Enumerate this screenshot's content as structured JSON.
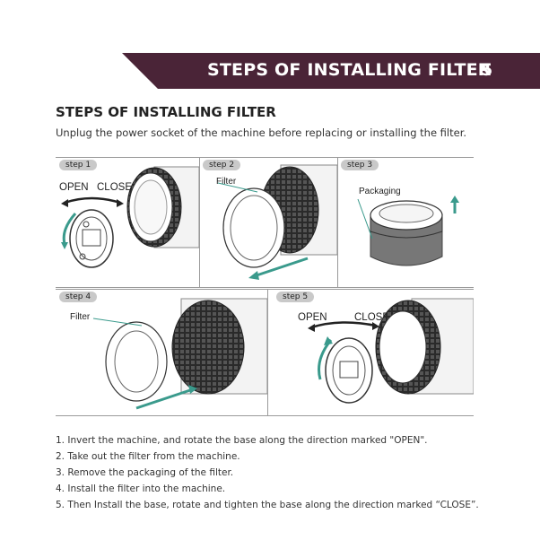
{
  "banner": {
    "title": "STEPS OF INSTALLING FILTER",
    "page_number": "5",
    "color": "#4a2437"
  },
  "section": {
    "title": "STEPS OF INSTALLING FILTER",
    "intro": "Unplug the power socket of the machine before replacing or installing the filter."
  },
  "panels": {
    "step1": {
      "badge": "step 1",
      "open_label": "OPEN",
      "close_label": "CLOSE"
    },
    "step2": {
      "badge": "step 2",
      "filter_label": "Filter"
    },
    "step3": {
      "badge": "step 3",
      "packaging_label": "Packaging"
    },
    "step4": {
      "badge": "step 4",
      "filter_label": "Filter"
    },
    "step5": {
      "badge": "step 5",
      "open_label": "OPEN",
      "close_label": "CLOSE"
    }
  },
  "accent_color": "#3a9a8c",
  "instructions": [
    "1. Invert the machine, and rotate the base along the direction marked \"OPEN\".",
    "2. Take out the filter from the machine.",
    "3. Remove the packaging of the filter.",
    "4. Install the filter into the machine.",
    "5. Then Install the base, rotate and tighten the base along the direction marked “CLOSE”."
  ]
}
